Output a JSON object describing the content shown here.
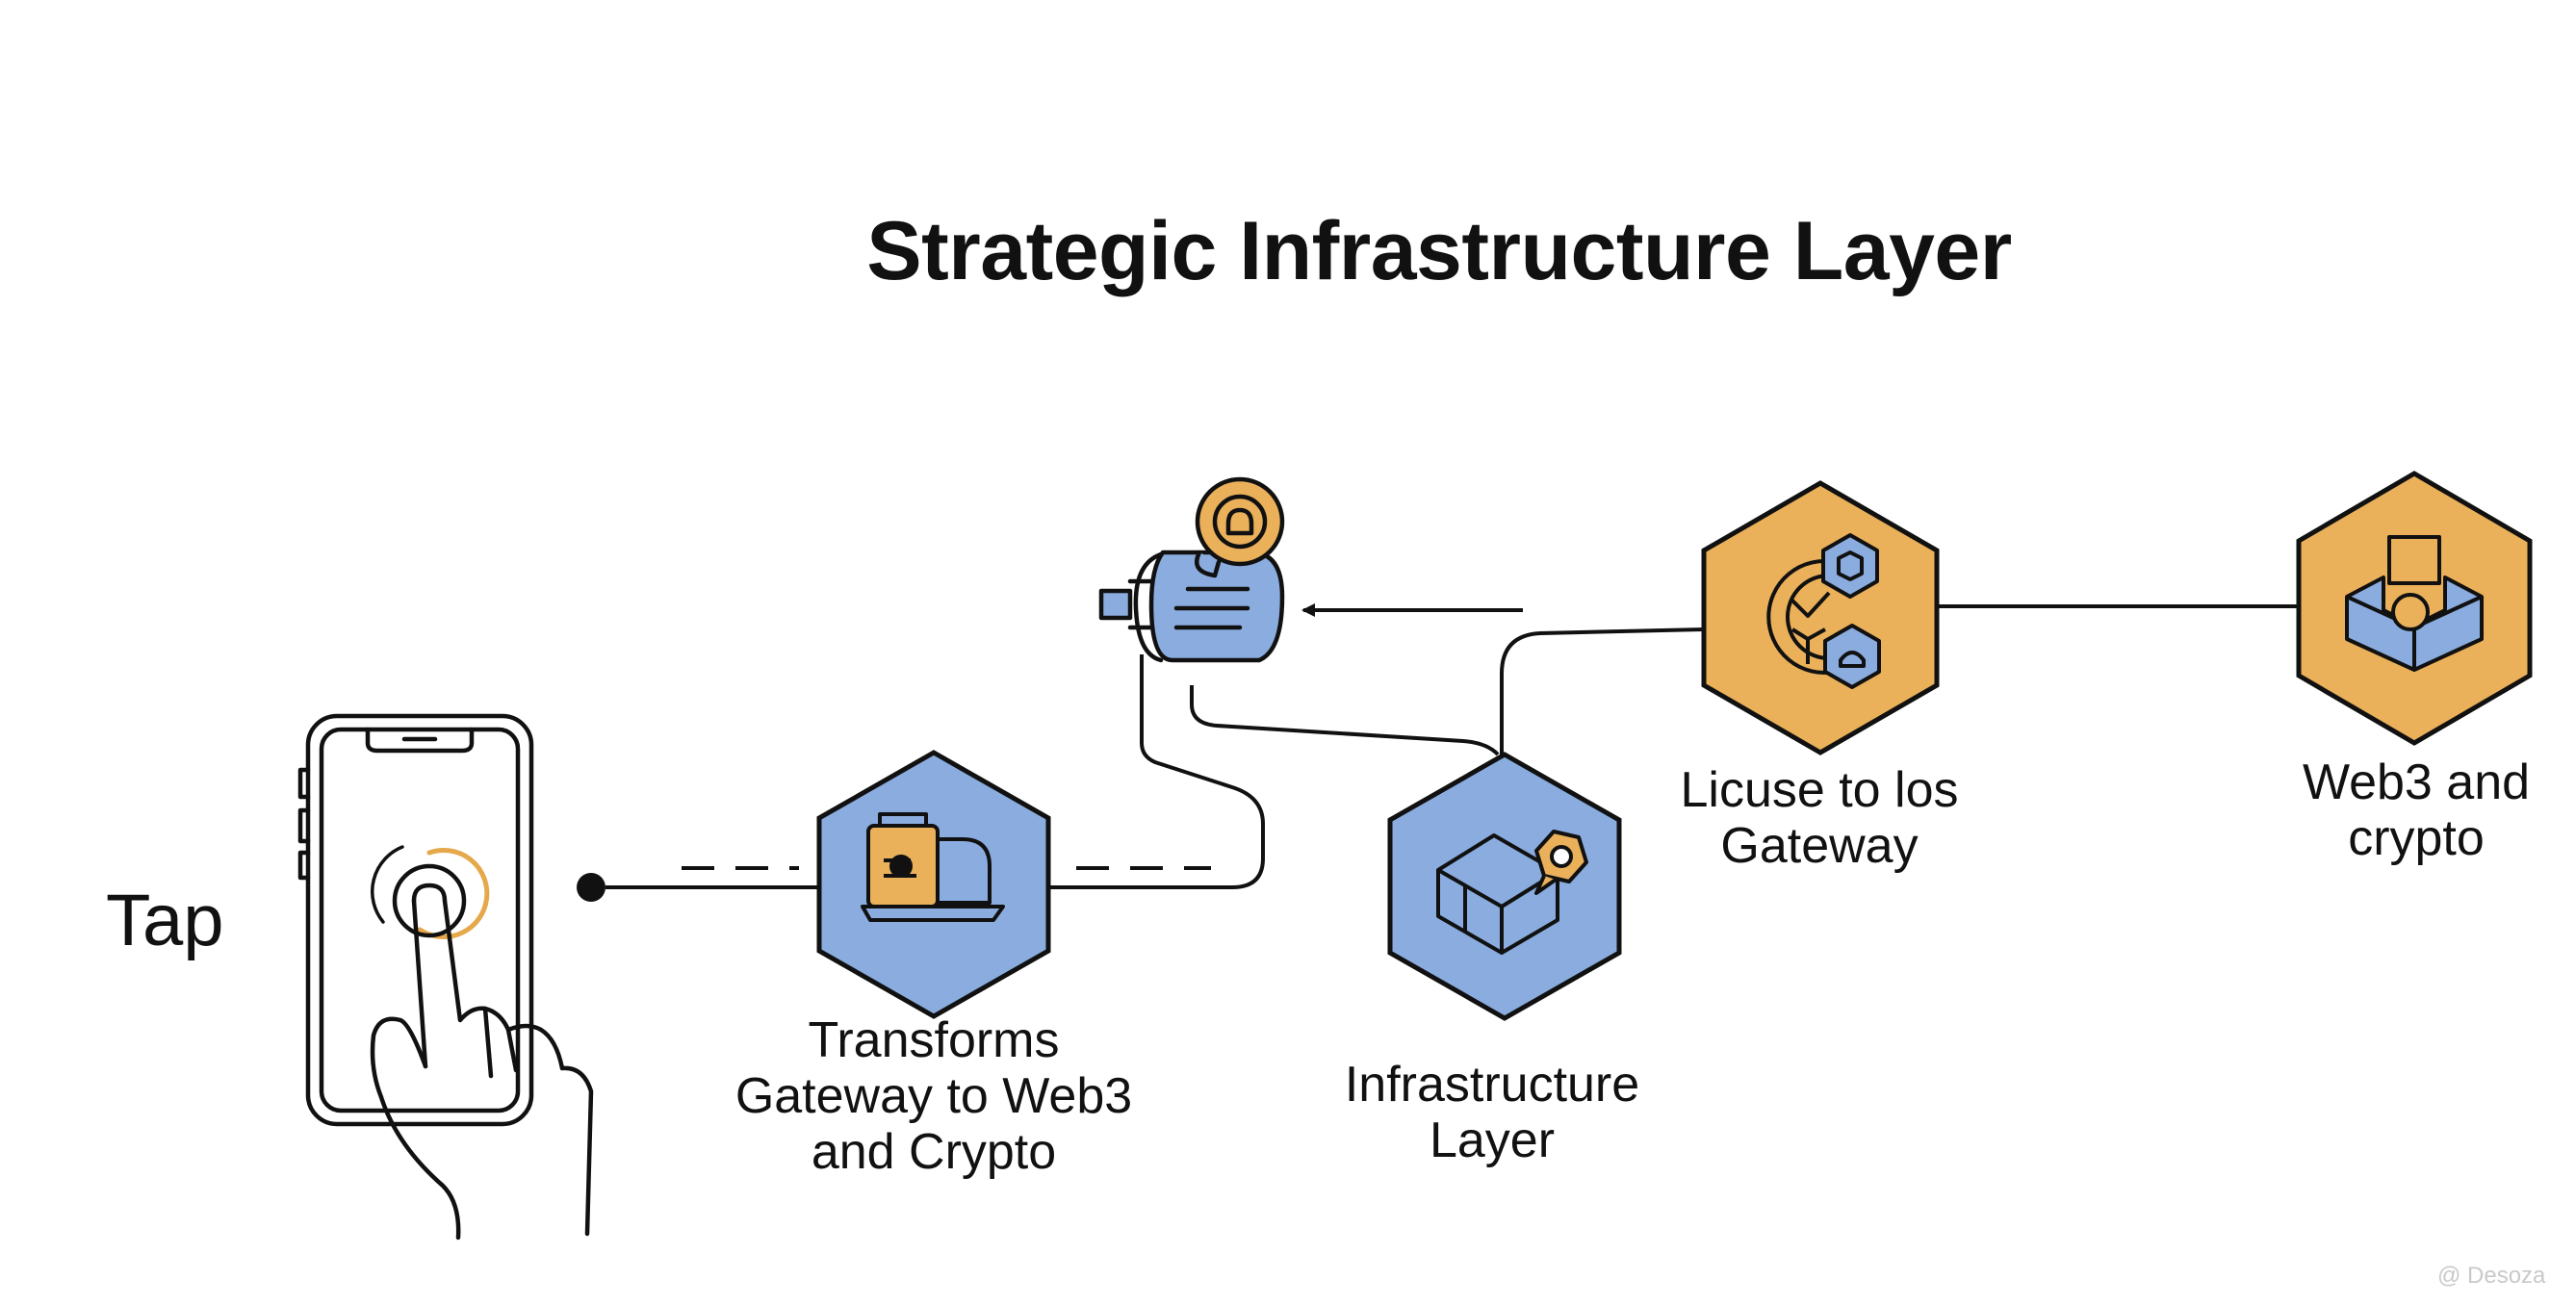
{
  "title": "Strategic Infrastructure Layer",
  "colors": {
    "blue": "#8aacdf",
    "orange": "#eab05a",
    "stroke": "#111111"
  },
  "nodes": {
    "tap": {
      "label": "Tap",
      "icon": "phone-tap-icon"
    },
    "gateway": {
      "lines": [
        "Transforms",
        "Gateway to Web3",
        "and Crypto"
      ],
      "icon": "laptop-wallet-icon",
      "color": "blue"
    },
    "scroll": {
      "icon": "scroll-chat-icon",
      "color": "blue"
    },
    "infrastructure": {
      "lines": [
        "Infrastructure",
        "Layer"
      ],
      "icon": "box-gear-icon",
      "color": "blue"
    },
    "licuse": {
      "lines": [
        "Licuse to los",
        "Gateway"
      ],
      "icon": "gauge-hex-icon",
      "color": "orange"
    },
    "web3": {
      "lines": [
        "Web3 and",
        "crypto"
      ],
      "icon": "cube-stack-icon",
      "color": "orange"
    }
  },
  "watermark": "@ Desoza"
}
